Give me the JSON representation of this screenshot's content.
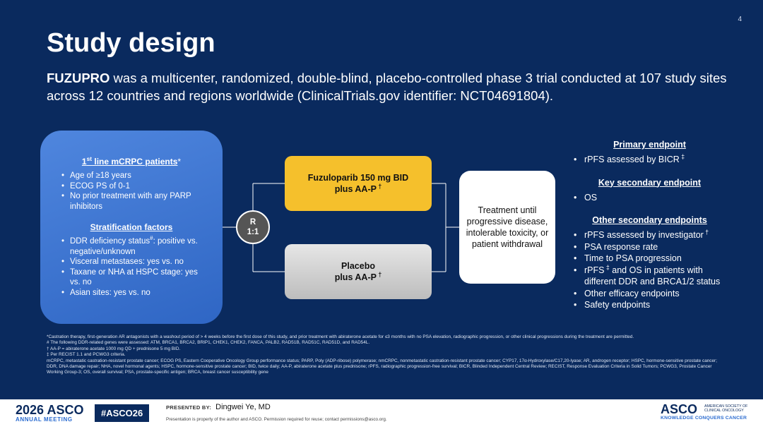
{
  "page_number": "4",
  "title": "Study design",
  "subtitle": {
    "bold": "FUZUPRO",
    "text": " was a multicenter, randomized, double-blind, placebo-controlled phase 3 trial conducted at 107 study sites across 12 countries and regions worldwide (ClinicalTrials.gov identifier: NCT04691804)."
  },
  "eligibility": {
    "heading_sup": "st",
    "heading_pre": "1",
    "heading_text": " line mCRPC patients",
    "heading_mark": " *",
    "items": [
      "Age of ≥18 years",
      "ECOG PS of 0-1",
      "No prior treatment with any PARP inhibitors"
    ],
    "strat_heading": "Stratification factors",
    "strat_items": [
      {
        "pre": "DDR deficiency status",
        "sup": "#",
        "post": ": positive vs. negative/unknown"
      },
      {
        "pre": "Visceral metastases: yes vs. no",
        "sup": "",
        "post": ""
      },
      {
        "pre": "Taxane or NHA at HSPC stage: yes vs. no",
        "sup": "",
        "post": ""
      },
      {
        "pre": "Asian sites: yes vs. no",
        "sup": "",
        "post": ""
      }
    ]
  },
  "randomization": {
    "line1": "R",
    "line2": "1:1"
  },
  "arms": [
    {
      "line1": "Fuzuloparib 150 mg BID",
      "line2": "plus AA-P",
      "mark": " †"
    },
    {
      "line1": "Placebo",
      "line2": "plus AA-P",
      "mark": " †"
    }
  ],
  "treatment": "Treatment until progressive disease, intolerable toxicity, or patient withdrawal",
  "endpoints": {
    "primary_heading": "Primary endpoint",
    "primary": [
      {
        "pre": "rPFS assessed by BICR",
        "sup": " ‡",
        "post": ""
      }
    ],
    "key_heading": "Key secondary endpoint",
    "key": [
      {
        "pre": "OS",
        "sup": "",
        "post": ""
      }
    ],
    "other_heading": "Other secondary endpoints",
    "other": [
      {
        "pre": "rPFS assessed by investigator",
        "sup": " †",
        "post": ""
      },
      {
        "pre": "PSA response rate",
        "sup": "",
        "post": ""
      },
      {
        "pre": "Time to PSA progression",
        "sup": "",
        "post": ""
      },
      {
        "pre": "rPFS",
        "sup": " ‡",
        "post": " and OS in patients with different DDR and BRCA1/2 status"
      },
      {
        "pre": "Other efficacy endpoints",
        "sup": "",
        "post": ""
      },
      {
        "pre": "Safety endpoints",
        "sup": "",
        "post": ""
      }
    ]
  },
  "footnotes": [
    "*Castration therapy, first-generation AR antagonists with a washout period of > 4 weeks before the first dose of this study, and prior treatment with abiraterone acetate for ≤3 months with no PSA elevation, radiographic progression, or other clinical progressions during the treatment are permitted.",
    "# The following DDR-related genes were assessed: ATM, BRCA1, BRCA2, BRIP1, CHEK1, CHEK2, FANCA, PALB2, RAD51B, RAD51C, RAD51D, and RAD54L.",
    "† AA-P = abiraterone acetate 1000 mg QD + prednisone 5 mg BID.",
    "‡ Per RECIST 1.1 and PCWG3 criteria.",
    "mCRPC, metastatic castration-resistant prostate cancer; ECOG PS, Eastern Cooperative Oncology Group performance status; PARP, Poly (ADP-ribose) polymerase; nmCRPC, nonmetastatic castration-resistant prostate cancer; CYP17, 17α-Hydroxylase/C17,20-lyase; AR, androgen receptor; HSPC, hormone-sensitive prostate cancer; DDR, DNA damage repair; NHA, novel hormonal agents; HSPC, hormone-sensitive prostate cancer; BID, twice daily; AA-P, abiraterone acetate plus prednisone; rPFS, radiographic progression-free survival; BICR, Blinded Independent Central Review; RECIST, Response Evaluation Criteria in Solid Tumors; PCWG3, Prostate Cancer Working Group-3; OS, overall survival; PSA, prostate-specific antigen; BRCA, breast cancer susceptibility gene"
  ],
  "footer": {
    "year": "2026",
    "brand": "ASCO",
    "meeting": "ANNUAL MEETING",
    "hashtag": "#ASCO26",
    "presented_by": "PRESENTED BY:",
    "presenter": "Dingwei Ye, MD",
    "disclaimer": "Presentation is property of the author and ASCO. Permission required for reuse; contact permissions@asco.org.",
    "right_brand": "ASCO",
    "right_society": "AMERICAN SOCIETY OF CLINICAL ONCOLOGY",
    "right_tagline": "KNOWLEDGE CONQUERS CANCER"
  },
  "colors": {
    "background": "#0a2a5e",
    "eligibility_box": "#3a72d0",
    "arm_treatment": "#f5c02c",
    "arm_placebo": "#cfcfcf",
    "randomization": "#555555"
  }
}
